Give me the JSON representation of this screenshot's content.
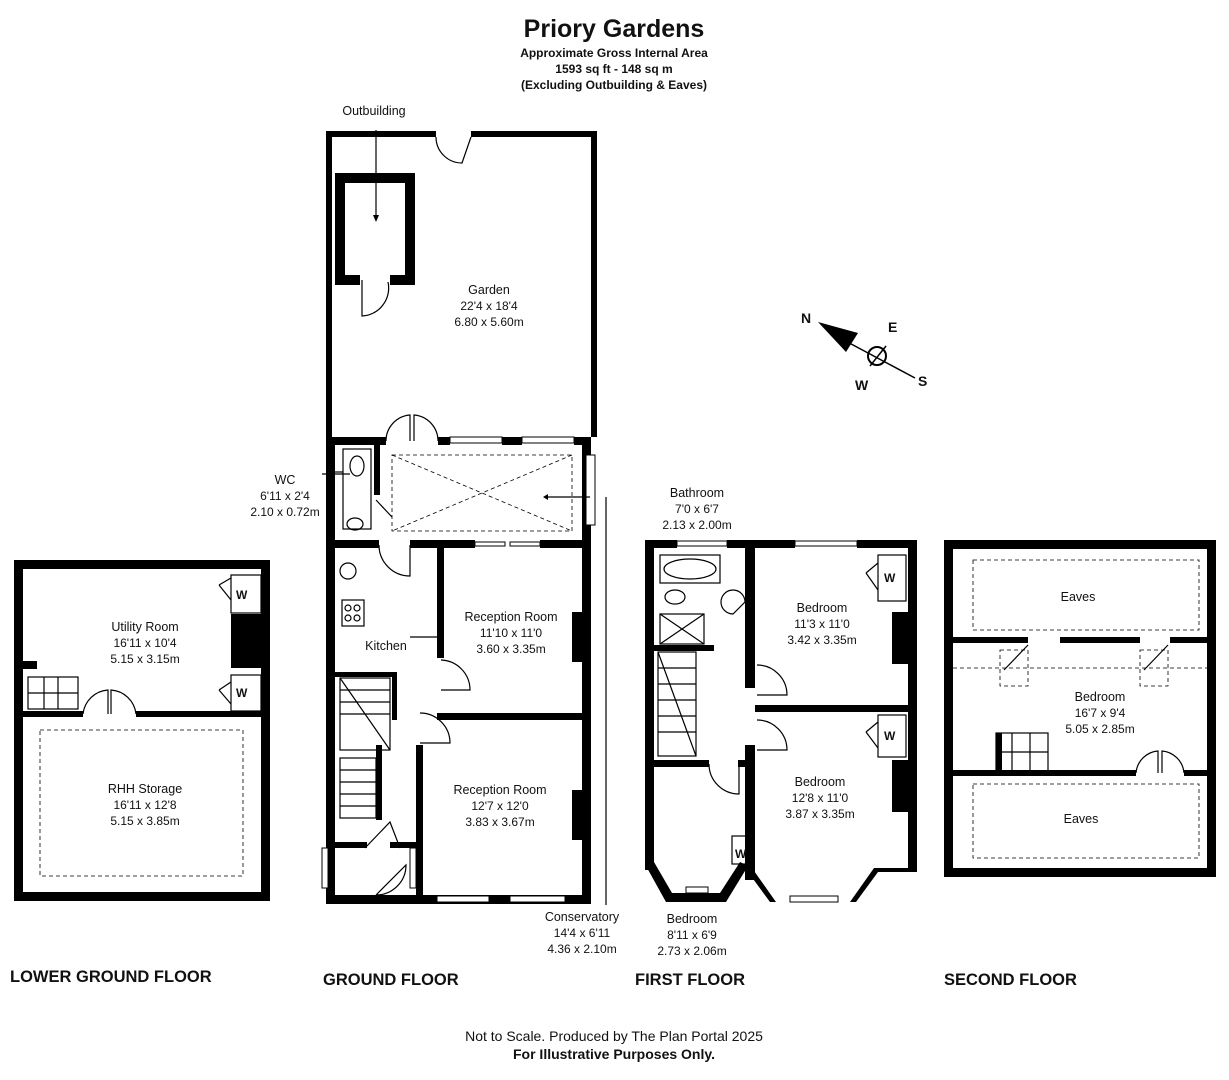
{
  "title": "Priory Gardens",
  "subtitle": [
    "Approximate Gross Internal Area",
    "1593 sq ft - 148 sq m",
    "(Excluding Outbuilding & Eaves)"
  ],
  "compass": {
    "n": "N",
    "e": "E",
    "w": "W",
    "s": "S"
  },
  "wardrobe_label": "W",
  "floors": {
    "lower": "LOWER GROUND FLOOR",
    "ground": "GROUND FLOOR",
    "first": "FIRST FLOOR",
    "second": "SECOND FLOOR"
  },
  "rooms": {
    "outbuilding": "Outbuilding",
    "garden": [
      "Garden",
      "22'4 x 18'4",
      "6.80 x 5.60m"
    ],
    "wc": [
      "WC",
      "6'11 x 2'4",
      "2.10 x 0.72m"
    ],
    "kitchen": "Kitchen",
    "reception1": [
      "Reception Room",
      "11'10 x 11'0",
      "3.60 x 3.35m"
    ],
    "reception2": [
      "Reception Room",
      "12'7 x 12'0",
      "3.83 x 3.67m"
    ],
    "conservatory": [
      "Conservatory",
      "14'4 x 6'11",
      "4.36 x 2.10m"
    ],
    "utility": [
      "Utility Room",
      "16'11 x 10'4",
      "5.15 x 3.15m"
    ],
    "rhh": [
      "RHH Storage",
      "16'11 x 12'8",
      "5.15 x 3.85m"
    ],
    "bathroom": [
      "Bathroom",
      "7'0 x 6'7",
      "2.13 x 2.00m"
    ],
    "bed1": [
      "Bedroom",
      "11'3 x 11'0",
      "3.42 x 3.35m"
    ],
    "bed2": [
      "Bedroom",
      "12'8 x 11'0",
      "3.87 x 3.35m"
    ],
    "bed3": [
      "Bedroom",
      "8'11 x 6'9",
      "2.73 x 2.06m"
    ],
    "bed4": [
      "Bedroom",
      "16'7 x 9'4",
      "5.05 x 2.85m"
    ],
    "eaves_top": "Eaves",
    "eaves_bottom": "Eaves"
  },
  "footer": [
    "Not to Scale. Produced by The Plan Portal 2025",
    "For Illustrative Purposes Only."
  ]
}
